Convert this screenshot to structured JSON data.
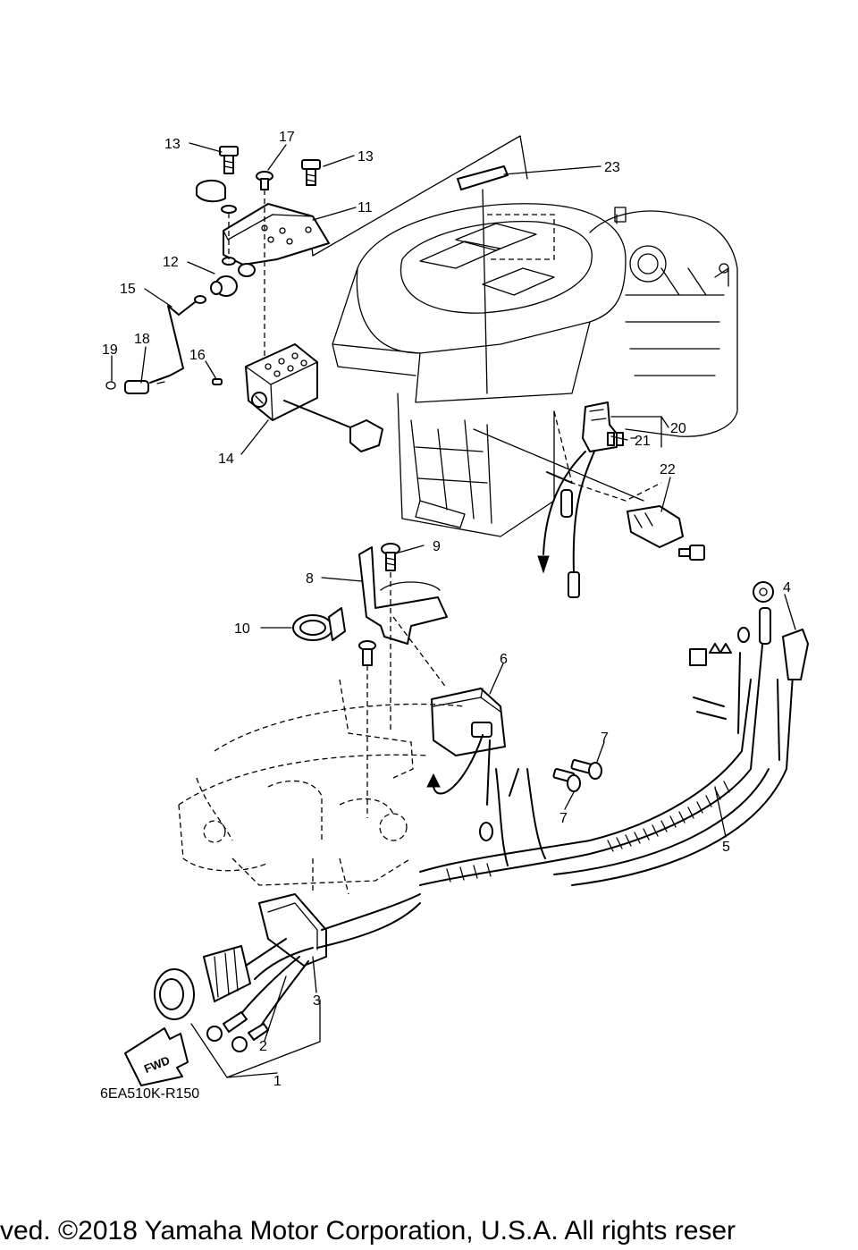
{
  "diagram": {
    "drawing_code": "6EA510K-R150",
    "fwd_label": "FWD",
    "callouts": [
      {
        "id": "c1",
        "label": "1"
      },
      {
        "id": "c2",
        "label": "2"
      },
      {
        "id": "c3",
        "label": "3"
      },
      {
        "id": "c4",
        "label": "4"
      },
      {
        "id": "c5",
        "label": "5"
      },
      {
        "id": "c6",
        "label": "6"
      },
      {
        "id": "c7a",
        "label": "7"
      },
      {
        "id": "c7b",
        "label": "7"
      },
      {
        "id": "c8",
        "label": "8"
      },
      {
        "id": "c9",
        "label": "9"
      },
      {
        "id": "c10",
        "label": "10"
      },
      {
        "id": "c11",
        "label": "11"
      },
      {
        "id": "c12",
        "label": "12"
      },
      {
        "id": "c13a",
        "label": "13"
      },
      {
        "id": "c13b",
        "label": "13"
      },
      {
        "id": "c14",
        "label": "14"
      },
      {
        "id": "c15",
        "label": "15"
      },
      {
        "id": "c16",
        "label": "16"
      },
      {
        "id": "c17",
        "label": "17"
      },
      {
        "id": "c18",
        "label": "18"
      },
      {
        "id": "c19",
        "label": "19"
      },
      {
        "id": "c20",
        "label": "20"
      },
      {
        "id": "c21",
        "label": "21"
      },
      {
        "id": "c22",
        "label": "22"
      },
      {
        "id": "c23",
        "label": "23"
      }
    ]
  },
  "footer": {
    "copyright": "ved.  ©2018 Yamaha Motor Corporation, U.S.A. All rights reser"
  }
}
